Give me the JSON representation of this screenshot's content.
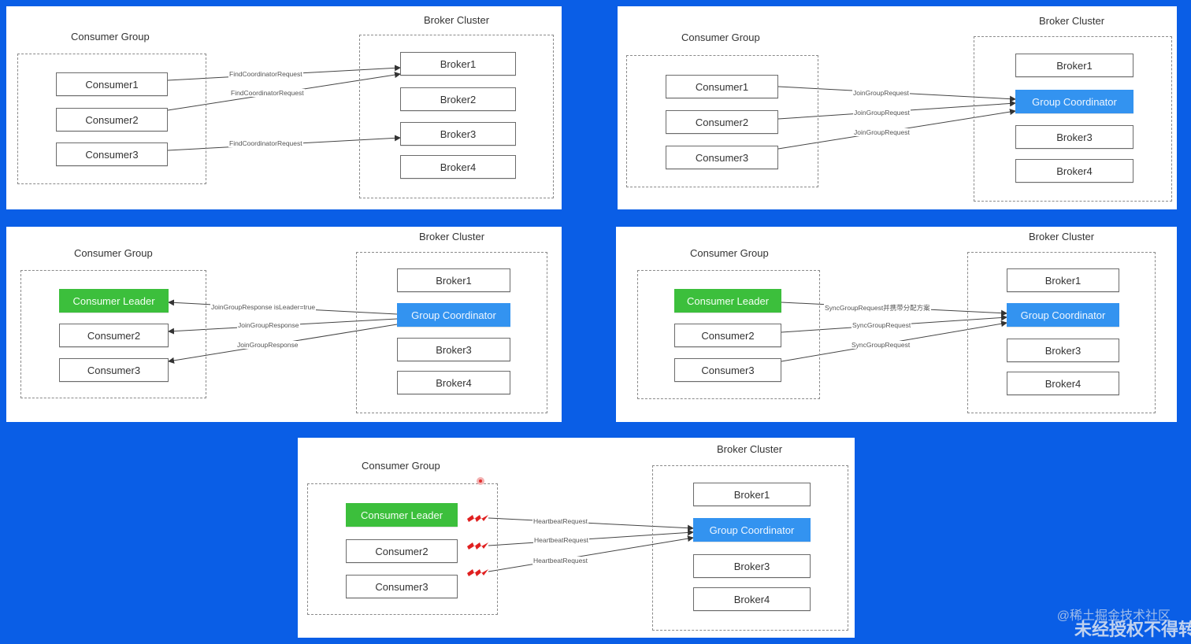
{
  "colors": {
    "background": "#0a5ee6",
    "leader": "#3cbf3c",
    "coordinator": "#3393f0",
    "heartbeat": "#e02020"
  },
  "panel1": {
    "group_title": "Consumer Group",
    "cluster_title": "Broker Cluster",
    "consumers": [
      "Consumer1",
      "Consumer2",
      "Consumer3"
    ],
    "brokers": [
      "Broker1",
      "Broker2",
      "Broker3",
      "Broker4"
    ],
    "edge_labels": [
      "FindCoordinatorRequest",
      "FindCoordinatorRequest",
      "FindCoordinatorRequest"
    ]
  },
  "panel2": {
    "group_title": "Consumer Group",
    "cluster_title": "Broker Cluster",
    "consumers": [
      "Consumer1",
      "Consumer2",
      "Consumer3"
    ],
    "brokers": [
      "Broker1",
      "Group Coordinator",
      "Broker3",
      "Broker4"
    ],
    "edge_labels": [
      "JoinGroupRequest",
      "JoinGroupRequest",
      "JoinGroupRequest"
    ]
  },
  "panel3": {
    "group_title": "Consumer Group",
    "cluster_title": "Broker Cluster",
    "consumers": [
      "Consumer Leader",
      "Consumer2",
      "Consumer3"
    ],
    "brokers": [
      "Broker1",
      "Group Coordinator",
      "Broker3",
      "Broker4"
    ],
    "edge_labels": [
      "JoinGroupResponse isLeader=true",
      "JoinGroupResponse",
      "JoinGroupResponse"
    ]
  },
  "panel4": {
    "group_title": "Consumer Group",
    "cluster_title": "Broker Cluster",
    "consumers": [
      "Consumer Leader",
      "Consumer2",
      "Consumer3"
    ],
    "brokers": [
      "Broker1",
      "Group Coordinator",
      "Broker3",
      "Broker4"
    ],
    "edge_labels": [
      "SyncGroupRequest并携带分配方案",
      "SyncGroupRequest",
      "SyncGroupRequest"
    ]
  },
  "panel5": {
    "group_title": "Consumer Group",
    "cluster_title": "Broker Cluster",
    "consumers": [
      "Consumer Leader",
      "Consumer2",
      "Consumer3"
    ],
    "brokers": [
      "Broker1",
      "Group Coordinator",
      "Broker3",
      "Broker4"
    ],
    "edge_labels": [
      "HeartbeatRequest",
      "HeartbeatRequest",
      "HeartbeatRequest"
    ]
  },
  "watermark": {
    "line1": "@稀土掘金技术社区",
    "line2": "未经授权不得转"
  }
}
